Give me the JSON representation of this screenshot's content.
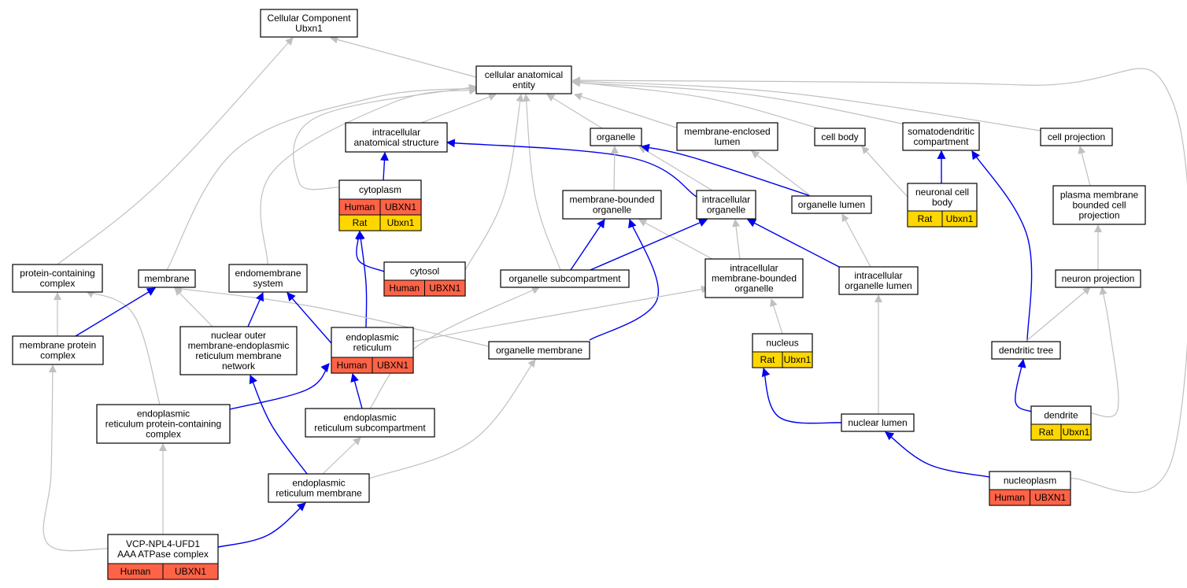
{
  "colors": {
    "is_a_edge": "#c0c0c0",
    "part_of_edge": "#0000ee",
    "human_cell": "#ff6347",
    "rat_cell": "#ffd700",
    "node_border": "#000000",
    "node_fill": "#ffffff"
  },
  "nodes": [
    {
      "id": "root",
      "lines": [
        "Cellular Component",
        "Ubxn1"
      ]
    },
    {
      "id": "cae",
      "lines": [
        "cellular anatomical",
        "entity"
      ]
    },
    {
      "id": "ias",
      "lines": [
        "intracellular",
        "anatomical structure"
      ]
    },
    {
      "id": "organelle",
      "lines": [
        "organelle"
      ]
    },
    {
      "id": "mel",
      "lines": [
        "membrane-enclosed",
        "lumen"
      ]
    },
    {
      "id": "cellbody",
      "lines": [
        "cell body"
      ]
    },
    {
      "id": "somato",
      "lines": [
        "somatodendritic",
        "compartment"
      ]
    },
    {
      "id": "cellproj",
      "lines": [
        "cell projection"
      ]
    },
    {
      "id": "cytoplasm",
      "lines": [
        "cytoplasm"
      ],
      "annotations": [
        [
          "Human",
          "UBXN1"
        ],
        [
          "Rat",
          "Ubxn1"
        ]
      ]
    },
    {
      "id": "mbo",
      "lines": [
        "membrane-bounded",
        "organelle"
      ]
    },
    {
      "id": "io",
      "lines": [
        "intracellular",
        "organelle"
      ]
    },
    {
      "id": "olumen",
      "lines": [
        "organelle lumen"
      ]
    },
    {
      "id": "ncb",
      "lines": [
        "neuronal cell",
        "body"
      ],
      "annotations": [
        [
          "Rat",
          "Ubxn1"
        ]
      ]
    },
    {
      "id": "pmbcp",
      "lines": [
        "plasma membrane",
        "bounded cell",
        "projection"
      ]
    },
    {
      "id": "pcc",
      "lines": [
        "protein-containing",
        "complex"
      ]
    },
    {
      "id": "membrane",
      "lines": [
        "membrane"
      ]
    },
    {
      "id": "endomem",
      "lines": [
        "endomembrane",
        "system"
      ]
    },
    {
      "id": "cytosol",
      "lines": [
        "cytosol"
      ],
      "annotations": [
        [
          "Human",
          "UBXN1"
        ]
      ]
    },
    {
      "id": "osub",
      "lines": [
        "organelle subcompartment"
      ]
    },
    {
      "id": "imbo",
      "lines": [
        "intracellular",
        "membrane-bounded",
        "organelle"
      ]
    },
    {
      "id": "iol",
      "lines": [
        "intracellular",
        "organelle lumen"
      ]
    },
    {
      "id": "nproj",
      "lines": [
        "neuron projection"
      ]
    },
    {
      "id": "mpc",
      "lines": [
        "membrane protein",
        "complex"
      ]
    },
    {
      "id": "nomer",
      "lines": [
        "nuclear outer",
        "membrane-endoplasmic",
        "reticulum membrane",
        "network"
      ]
    },
    {
      "id": "er",
      "lines": [
        "endoplasmic",
        "reticulum"
      ],
      "annotations": [
        [
          "Human",
          "UBXN1"
        ]
      ]
    },
    {
      "id": "omem",
      "lines": [
        "organelle membrane"
      ]
    },
    {
      "id": "nucleus",
      "lines": [
        "nucleus"
      ],
      "annotations": [
        [
          "Rat",
          "Ubxn1"
        ]
      ]
    },
    {
      "id": "dtree",
      "lines": [
        "dendritic tree"
      ]
    },
    {
      "id": "erpcc",
      "lines": [
        "endoplasmic",
        "reticulum protein-containing",
        "complex"
      ]
    },
    {
      "id": "ersub",
      "lines": [
        "endoplasmic",
        "reticulum subcompartment"
      ]
    },
    {
      "id": "dendrite",
      "lines": [
        "dendrite"
      ],
      "annotations": [
        [
          "Rat",
          "Ubxn1"
        ]
      ]
    },
    {
      "id": "nlumen",
      "lines": [
        "nuclear lumen"
      ]
    },
    {
      "id": "erm",
      "lines": [
        "endoplasmic",
        "reticulum membrane"
      ]
    },
    {
      "id": "nucleoplasm",
      "lines": [
        "nucleoplasm"
      ],
      "annotations": [
        [
          "Human",
          "UBXN1"
        ]
      ]
    },
    {
      "id": "vcp",
      "lines": [
        "VCP-NPL4-UFD1",
        "AAA ATPase complex"
      ],
      "annotations": [
        [
          "Human",
          "UBXN1"
        ]
      ]
    }
  ],
  "edges": [
    {
      "from": "cae",
      "to": "root",
      "type": "is_a"
    },
    {
      "from": "pcc",
      "to": "root",
      "type": "is_a"
    },
    {
      "from": "ias",
      "to": "cae",
      "type": "is_a"
    },
    {
      "from": "organelle",
      "to": "cae",
      "type": "is_a"
    },
    {
      "from": "mel",
      "to": "cae",
      "type": "is_a"
    },
    {
      "from": "cellbody",
      "to": "cae",
      "type": "is_a"
    },
    {
      "from": "somato",
      "to": "cae",
      "type": "is_a"
    },
    {
      "from": "cellproj",
      "to": "cae",
      "type": "is_a"
    },
    {
      "from": "cytoplasm",
      "to": "cae",
      "type": "is_a"
    },
    {
      "from": "membrane",
      "to": "cae",
      "type": "is_a"
    },
    {
      "from": "endomem",
      "to": "cae",
      "type": "is_a"
    },
    {
      "from": "cytosol",
      "to": "cae",
      "type": "is_a"
    },
    {
      "from": "osub",
      "to": "cae",
      "type": "is_a"
    },
    {
      "from": "nucleoplasm",
      "to": "cae",
      "type": "is_a"
    },
    {
      "from": "cytoplasm",
      "to": "ias",
      "type": "part_of"
    },
    {
      "from": "io",
      "to": "ias",
      "type": "part_of"
    },
    {
      "from": "mbo",
      "to": "organelle",
      "type": "is_a"
    },
    {
      "from": "io",
      "to": "organelle",
      "type": "is_a"
    },
    {
      "from": "olumen",
      "to": "organelle",
      "type": "part_of"
    },
    {
      "from": "olumen",
      "to": "mel",
      "type": "is_a"
    },
    {
      "from": "ncb",
      "to": "cellbody",
      "type": "is_a"
    },
    {
      "from": "ncb",
      "to": "somato",
      "type": "part_of"
    },
    {
      "from": "dtree",
      "to": "somato",
      "type": "part_of"
    },
    {
      "from": "pmbcp",
      "to": "cellproj",
      "type": "is_a"
    },
    {
      "from": "cytosol",
      "to": "cytoplasm",
      "type": "part_of"
    },
    {
      "from": "er",
      "to": "cytoplasm",
      "type": "part_of"
    },
    {
      "from": "osub",
      "to": "mbo",
      "type": "part_of"
    },
    {
      "from": "omem",
      "to": "mbo",
      "type": "part_of"
    },
    {
      "from": "imbo",
      "to": "mbo",
      "type": "is_a"
    },
    {
      "from": "osub",
      "to": "io",
      "type": "part_of"
    },
    {
      "from": "imbo",
      "to": "io",
      "type": "is_a"
    },
    {
      "from": "iol",
      "to": "io",
      "type": "part_of"
    },
    {
      "from": "iol",
      "to": "olumen",
      "type": "is_a"
    },
    {
      "from": "nproj",
      "to": "pmbcp",
      "type": "is_a"
    },
    {
      "from": "mpc",
      "to": "pcc",
      "type": "is_a"
    },
    {
      "from": "erpcc",
      "to": "pcc",
      "type": "is_a"
    },
    {
      "from": "mpc",
      "to": "membrane",
      "type": "part_of"
    },
    {
      "from": "nomer",
      "to": "membrane",
      "type": "is_a"
    },
    {
      "from": "omem",
      "to": "membrane",
      "type": "is_a"
    },
    {
      "from": "nomer",
      "to": "endomem",
      "type": "part_of"
    },
    {
      "from": "er",
      "to": "endomem",
      "type": "part_of"
    },
    {
      "from": "er",
      "to": "imbo",
      "type": "is_a"
    },
    {
      "from": "ersub",
      "to": "osub",
      "type": "is_a"
    },
    {
      "from": "nucleus",
      "to": "imbo",
      "type": "is_a"
    },
    {
      "from": "nlumen",
      "to": "iol",
      "type": "is_a"
    },
    {
      "from": "dtree",
      "to": "nproj",
      "type": "is_a"
    },
    {
      "from": "dendrite",
      "to": "nproj",
      "type": "is_a"
    },
    {
      "from": "vcp",
      "to": "mpc",
      "type": "is_a"
    },
    {
      "from": "erpcc",
      "to": "er",
      "type": "part_of"
    },
    {
      "from": "ersub",
      "to": "er",
      "type": "part_of"
    },
    {
      "from": "erm",
      "to": "omem",
      "type": "is_a"
    },
    {
      "from": "nlumen",
      "to": "nucleus",
      "type": "part_of"
    },
    {
      "from": "dendrite",
      "to": "dtree",
      "type": "part_of"
    },
    {
      "from": "vcp",
      "to": "erpcc",
      "type": "is_a"
    },
    {
      "from": "erm",
      "to": "nomer",
      "type": "part_of"
    },
    {
      "from": "erm",
      "to": "ersub",
      "type": "is_a"
    },
    {
      "from": "vcp",
      "to": "erm",
      "type": "part_of"
    },
    {
      "from": "nucleoplasm",
      "to": "nlumen",
      "type": "part_of"
    }
  ]
}
